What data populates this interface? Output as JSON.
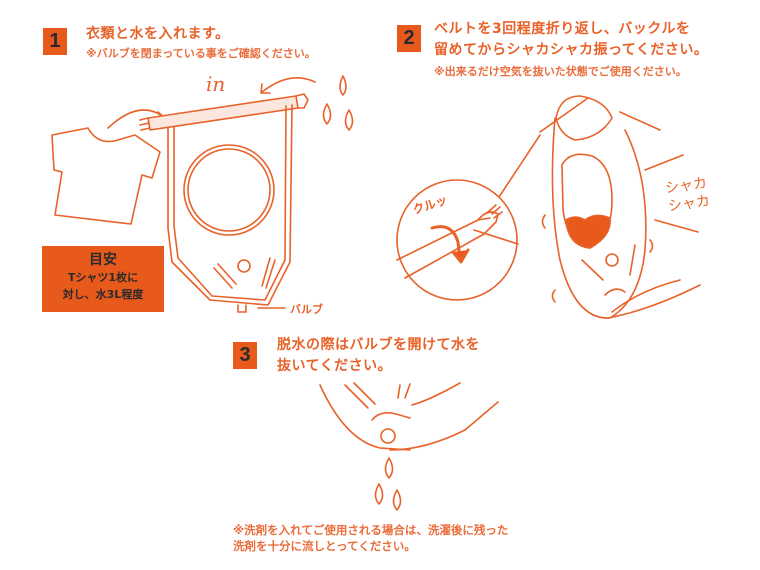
{
  "colors": {
    "accent": "#e8591c",
    "line": "#e8622a",
    "number_text": "#2a2a2a",
    "background": "#ffffff"
  },
  "step1": {
    "number": "1",
    "title": "衣類と水を入れます。",
    "note": "※バルブを閉まっている事をご確認ください。",
    "label_in": "in",
    "label_valve": "バルブ",
    "guide": {
      "title": "目安",
      "line1": "Tシャツ1枚に",
      "line2": "対し、水3L程度"
    },
    "icons": [
      "t-shirt-icon",
      "wash-bag-icon",
      "water-drops-icon",
      "arrow-icon"
    ]
  },
  "step2": {
    "number": "2",
    "title_line1": "ベルトを3回程度折り返し、バックルを",
    "title_line2": "留めてからシャカシャカ振ってください。",
    "note": "※出来るだけ空気を抜いた状態でご使用ください。",
    "label_roll": "クルッ",
    "label_shake_line1": "シャカ",
    "label_shake_line2": "シャカ",
    "icons": [
      "rolled-belt-icon",
      "shaking-bag-icon",
      "hands-icon"
    ]
  },
  "step3": {
    "number": "3",
    "title_line1": "脱水の際はバルブを開けて水を",
    "title_line2": "抜いてください。",
    "note_line1": "※洗剤を入れてご使用される場合は、洗濯後に残った",
    "note_line2": "洗剤を十分に流しとってください。",
    "icons": [
      "hand-valve-icon",
      "water-drops-icon"
    ]
  }
}
